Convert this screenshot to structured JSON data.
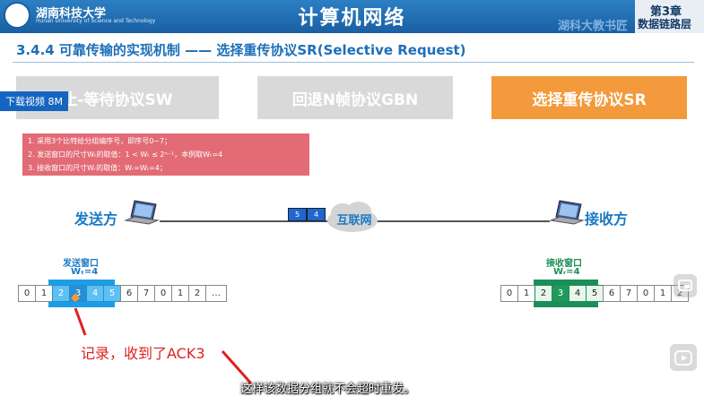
{
  "banner": {
    "school_cn": "湖南科技大学",
    "school_en": "Hunan University of Science and Technology",
    "title": "计算机网络",
    "watermark": "湖科大教书匠",
    "chapter_num": "第3章",
    "chapter_name": "数据链路层"
  },
  "subtitle": "3.4.4 可靠传输的实现机制 —— 选择重传协议SR(Selective Request)",
  "tabs": [
    "止-等待协议SW",
    "回退N帧协议GBN",
    "选择重传协议SR"
  ],
  "download_badge": "下载视频 8M",
  "rules": [
    "1. 采用3个比特给分组编序号，即序号0~7；",
    "2. 发送窗口的尺寸Wₜ的取值：1 < Wₜ ≤ 2ⁿ⁻¹，本例取Wₜ=4",
    "3. 接收窗口的尺寸Wᵣ的取值：Wᵣ=Wₜ=4；"
  ],
  "sender": {
    "label": "发送方",
    "window_title": "发送窗口",
    "window_size": "Wₜ=4"
  },
  "receiver": {
    "label": "接收方",
    "window_title": "接收窗口",
    "window_size": "Wᵣ=4"
  },
  "network": {
    "label": "互联网"
  },
  "packets": [
    "5",
    "4"
  ],
  "sender_seq": [
    "0",
    "1",
    "2",
    "3",
    "4",
    "5",
    "6",
    "7",
    "0",
    "1",
    "2",
    "…"
  ],
  "receiver_seq": [
    "0",
    "1",
    "2",
    "3",
    "4",
    "5",
    "6",
    "7",
    "0",
    "1",
    "2"
  ],
  "annotation": "记录，收到了ACK3",
  "caption": "这样该数据分组就不会超时重发。",
  "colors": {
    "accent": "#1d6fb8",
    "active_tab": "#f39a3c",
    "rules_bg": "#e26b76",
    "sender_window": "#1b9ee5",
    "receiver_window": "#1b8f57",
    "annotation": "#e02020"
  }
}
